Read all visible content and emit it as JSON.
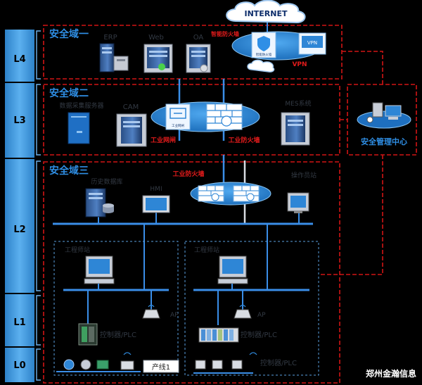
{
  "levels": {
    "l4": "L4",
    "l3": "L3",
    "l2": "L2",
    "l1": "L1",
    "l0": "L0"
  },
  "zones": {
    "z1": {
      "title": "安全域一"
    },
    "z2": {
      "title": "安全域二"
    },
    "z3": {
      "title": "安全域三"
    }
  },
  "internet": {
    "label": "INTERNET"
  },
  "l4": {
    "erp": "ERP",
    "web": "Web",
    "oa": "OA",
    "smart_firewall": "智能防火墙",
    "smart_firewall_caption": "智能防火墙",
    "vpn_box": "VPN",
    "vpn": "VPN"
  },
  "l3": {
    "data_collect": "数据采集服务器",
    "cam": "CAM",
    "industrial_gateway_caption": "工业网闸",
    "industrial_gateway": "工业网闸",
    "industrial_firewall": "工业防火墙",
    "mes": "MES系统"
  },
  "l2": {
    "firewall_title": "工业防火墙",
    "historian": "历史数据库",
    "hmi": "HMI",
    "operator": "操作员站"
  },
  "l1": {
    "eng_left": "工程师站",
    "eng_right": "工程师站",
    "ap_left": "AP",
    "ap_right": "AP",
    "plc_left": "控制器/PLC",
    "plc_right": "控制器/PLC"
  },
  "l0": {
    "line1": "产线1",
    "plc_bottom": "控制器/PLC"
  },
  "security_center": "安全管理中心",
  "watermark": "郑州金瀚信息",
  "colors": {
    "level_bar": "#3a93d6",
    "zone_border": "#d11414",
    "zone_title": "#2f8fe6",
    "bus": "#3a8ee8",
    "ellipse": "#2e86d6"
  }
}
